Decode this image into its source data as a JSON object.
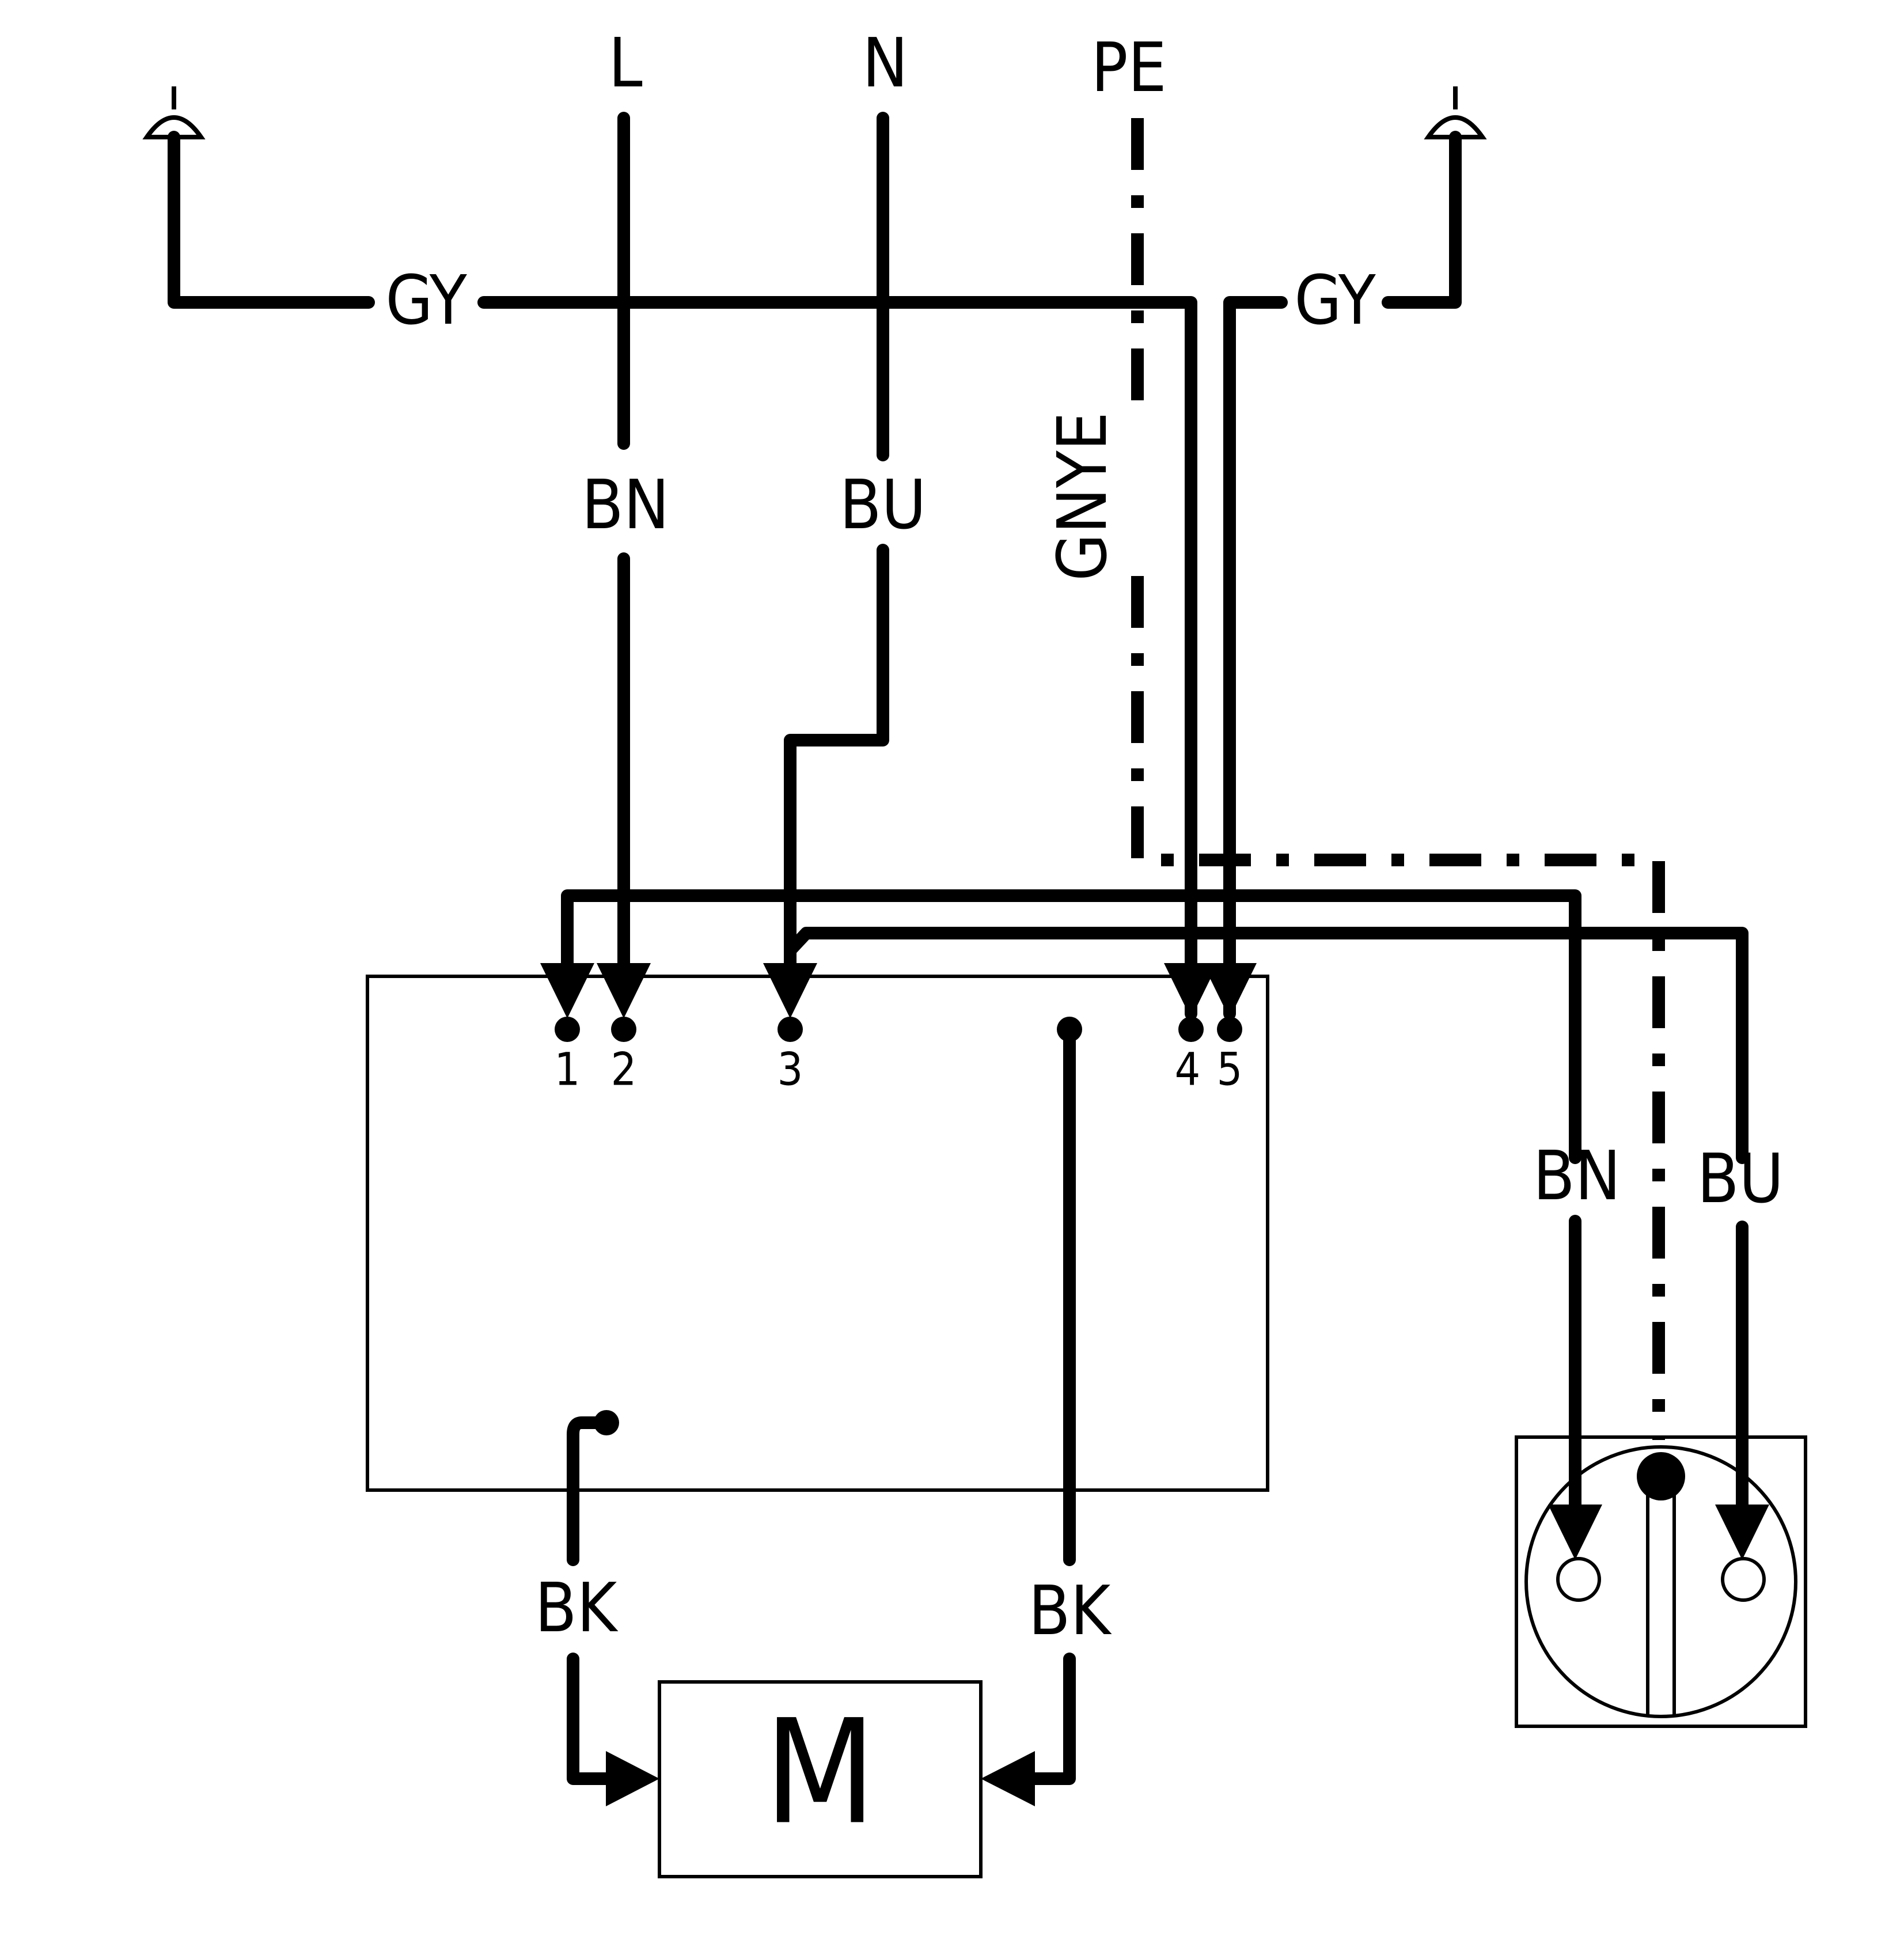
{
  "supply": {
    "l": "L",
    "n": "N",
    "pe": "PE"
  },
  "wires": {
    "gy_left": "GY",
    "gy_right": "GY",
    "bn_supply": "BN",
    "bu_supply": "BU",
    "gnye": "GNYE",
    "bn_socket": "BN",
    "bu_socket": "BU",
    "bk_left": "BK",
    "bk_right": "BK"
  },
  "terminals": [
    "1",
    "2",
    "3",
    "4",
    "5"
  ],
  "motor": {
    "label": "M"
  },
  "icons": {
    "ground_left": "lamp-terminal-icon",
    "ground_right": "lamp-terminal-icon",
    "socket": "schuko-socket-icon"
  }
}
